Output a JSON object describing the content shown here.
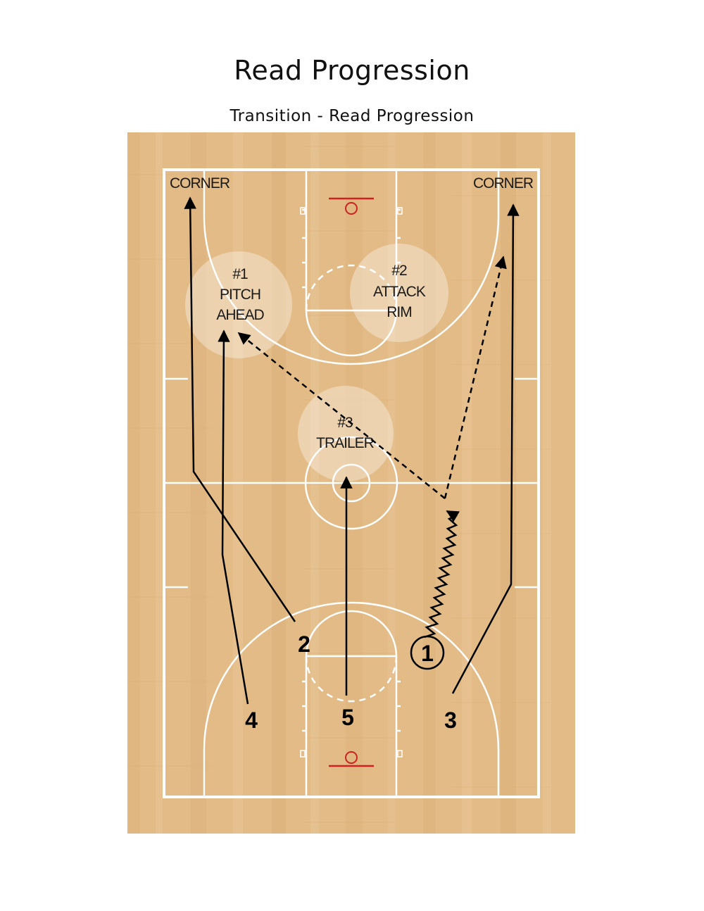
{
  "page": {
    "title": "Read Progression",
    "subtitle": "Transition - Read Progression"
  },
  "court": {
    "wood_color": "#e2b983",
    "line_color": "#ffffff",
    "rim_color": "#cc2222"
  },
  "labels": {
    "corner_left": "CORNER",
    "corner_right": "CORNER",
    "option1": [
      "#1",
      "PITCH",
      "AHEAD"
    ],
    "option2": [
      "#2",
      "ATTACK",
      "RIM"
    ],
    "option3": [
      "#3",
      "TRAILER"
    ]
  },
  "players": {
    "p1": "1",
    "p2": "2",
    "p3": "3",
    "p4": "4",
    "p5": "5"
  }
}
